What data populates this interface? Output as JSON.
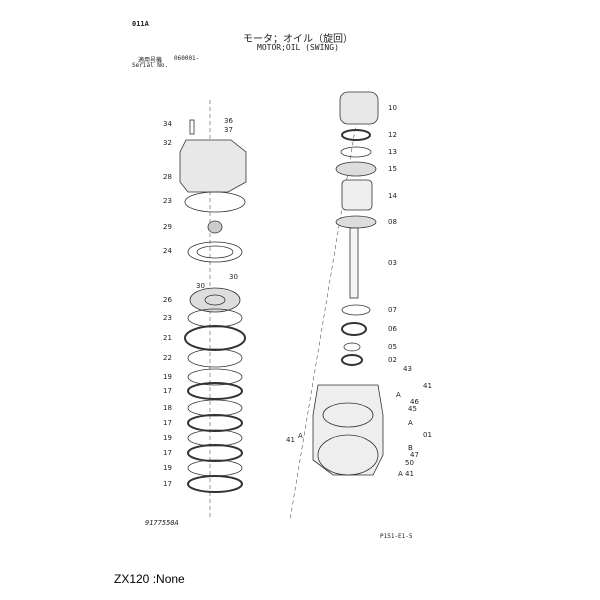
{
  "header": {
    "page_code": "011A",
    "title_jp": "モータ；オイル（旋回）",
    "title_en": "MOTOR;OIL (SWING)",
    "serial_jp": "適用号機",
    "serial_value": "060001-",
    "serial_en": "Serial No."
  },
  "left_callouts": [
    "34",
    "36",
    "37",
    "32",
    "28",
    "23",
    "29",
    "24",
    "30",
    "30",
    "26",
    "23",
    "21",
    "22",
    "19",
    "17",
    "18",
    "17",
    "19",
    "17",
    "19",
    "17"
  ],
  "right_callouts": [
    "10",
    "12",
    "13",
    "15",
    "14",
    "08",
    "03",
    "07",
    "06",
    "05",
    "02",
    "43",
    "41",
    "A",
    "46",
    "45",
    "A",
    "01",
    "A",
    "41",
    "B",
    "47",
    "50",
    "A",
    "41"
  ],
  "footer": {
    "drawing_no": "9177550A",
    "page_ref": "P151-E1-5",
    "caption": "ZX120 :None"
  }
}
